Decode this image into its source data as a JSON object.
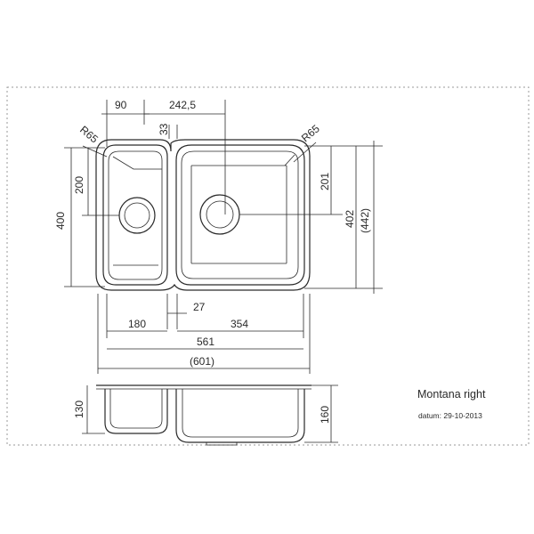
{
  "title": "Montana right",
  "date": "datum: 29-10-2013",
  "dimensions": {
    "d90": "90",
    "d242_5": "242,5",
    "d33": "33",
    "r65_left": "R65",
    "r65_right": "R65",
    "d400": "400",
    "d200": "200",
    "d201": "201",
    "d402": "402",
    "d442": "(442)",
    "d27": "27",
    "d180": "180",
    "d354": "354",
    "d561": "561",
    "d601": "(601)",
    "d130": "130",
    "d160": "160"
  },
  "colors": {
    "line": "#2a2a2a",
    "frame": "#9a9a9a"
  }
}
